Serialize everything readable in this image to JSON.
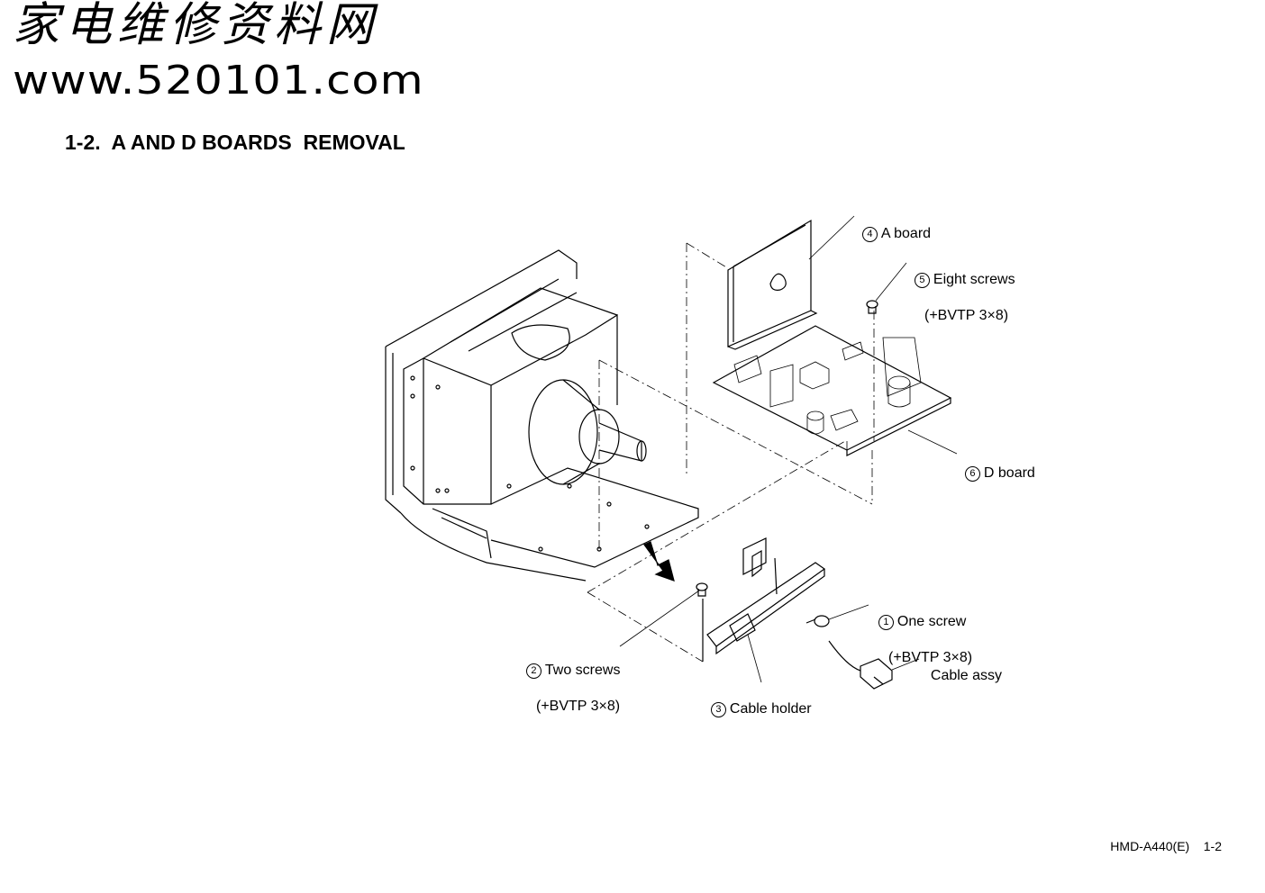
{
  "watermark": {
    "chinese": "家电维修资料网",
    "url": "www.520101.com"
  },
  "page": {
    "title": "1-2.  A AND D BOARDS  REMOVAL",
    "footer": "HMD-A440(E)    1-2"
  },
  "callouts": [
    {
      "num": "4",
      "label": "A board",
      "sub": ""
    },
    {
      "num": "5",
      "label": "Eight screws",
      "sub": "(+BVTP 3×8)"
    },
    {
      "num": "6",
      "label": "D board",
      "sub": ""
    },
    {
      "num": "1",
      "label": "One screw",
      "sub": "(+BVTP 3×8)"
    },
    {
      "num": "",
      "label": "Cable assy",
      "sub": ""
    },
    {
      "num": "2",
      "label": "Two screws",
      "sub": "(+BVTP 3×8)"
    },
    {
      "num": "3",
      "label": "Cable holder",
      "sub": ""
    }
  ]
}
